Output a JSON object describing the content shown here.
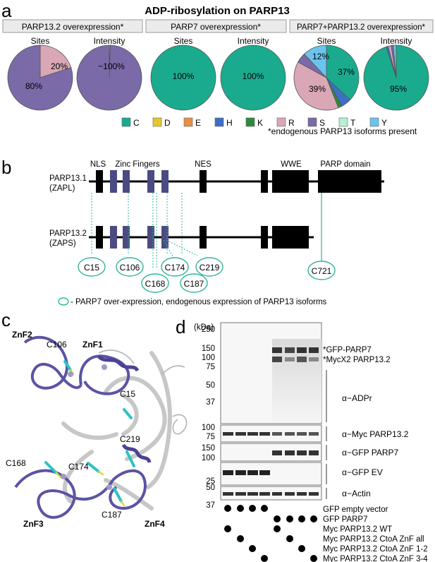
{
  "panel_a": {
    "letter": "a",
    "title": "ADP-ribosylation on PARP13",
    "groups": [
      {
        "header": "PARP13.2 overexpression*",
        "sub1": "Sites",
        "sub2": "Intensity",
        "pie1_labels": [
          "20%",
          "80%"
        ],
        "pie2_labels": [
          "~100%"
        ]
      },
      {
        "header": "PARP7 overexpression*",
        "sub1": "Sites",
        "sub2": "Intensity",
        "pie1_labels": [
          "100%"
        ],
        "pie2_labels": [
          "100%"
        ]
      },
      {
        "header": "PARP7+PARP13.2 overexpression*",
        "sub1": "Sites",
        "sub2": "Intensity",
        "pie1_labels": [
          "12%",
          "37%",
          "39%"
        ],
        "pie2_labels": [
          "95%"
        ]
      }
    ],
    "legend": [
      {
        "label": "C",
        "color": "#1aab8f"
      },
      {
        "label": "D",
        "color": "#e3c72e"
      },
      {
        "label": "E",
        "color": "#e98e45"
      },
      {
        "label": "H",
        "color": "#3e6fc6"
      },
      {
        "label": "K",
        "color": "#2d8a3a"
      },
      {
        "label": "R",
        "color": "#d9a7b6"
      },
      {
        "label": "S",
        "color": "#7b6aa8"
      },
      {
        "label": "T",
        "color": "#b7efd2"
      },
      {
        "label": "Y",
        "color": "#6cc3ec"
      }
    ],
    "footnote": "*endogenous PARP13 isoforms present"
  },
  "chart_data": [
    {
      "type": "pie",
      "title": "PARP13.2 overexpression* — Sites",
      "categories": [
        "R",
        "S"
      ],
      "values": [
        20,
        80
      ]
    },
    {
      "type": "pie",
      "title": "PARP13.2 overexpression* — Intensity",
      "categories": [
        "R",
        "S"
      ],
      "values": [
        0.5,
        99.5
      ]
    },
    {
      "type": "pie",
      "title": "PARP7 overexpression* — Sites",
      "categories": [
        "C"
      ],
      "values": [
        100
      ]
    },
    {
      "type": "pie",
      "title": "PARP7 overexpression* — Intensity",
      "categories": [
        "C"
      ],
      "values": [
        100
      ]
    },
    {
      "type": "pie",
      "title": "PARP7+PARP13.2 overexpression* — Sites",
      "categories": [
        "C",
        "H",
        "K",
        "R",
        "S",
        "Y"
      ],
      "values": [
        37,
        5,
        2,
        39,
        5,
        12
      ]
    },
    {
      "type": "pie",
      "title": "PARP7+PARP13.2 overexpression* — Intensity",
      "categories": [
        "C",
        "H",
        "R",
        "S",
        "Y"
      ],
      "values": [
        95,
        1,
        1.5,
        1,
        1.5
      ]
    }
  ],
  "panel_b": {
    "letter": "b",
    "domains": [
      "NLS",
      "Zinc Fingers",
      "NES",
      "WWE",
      "PARP domain"
    ],
    "isoform1": [
      "PARP13.1",
      "(ZAPL)"
    ],
    "isoform2": [
      "PARP13.2",
      "(ZAPS)"
    ],
    "sites": [
      "C15",
      "C106",
      "C168",
      "C174",
      "C187",
      "C219",
      "C721"
    ],
    "legend_text": "- PARP7 over-expression, endogenous expression of PARP13 isoforms"
  },
  "panel_c": {
    "letter": "c",
    "labels": [
      "ZnF2",
      "ZnF1",
      "C106",
      "C15",
      "C219",
      "C168",
      "C174",
      "C187",
      "ZnF3",
      "ZnF4"
    ]
  },
  "panel_d": {
    "letter": "d",
    "kda_label": "(kDa)",
    "markers_top": [
      "250",
      "150",
      "100",
      "75",
      "50",
      "37"
    ],
    "markers_myc": [
      "100",
      "75"
    ],
    "markers_gfp": [
      "150",
      "100"
    ],
    "markers_ev": [
      "25"
    ],
    "markers_actin": [
      "50",
      "37"
    ],
    "band_labels": [
      "*GFP-PARP7",
      "*MycX2 PARP13.2"
    ],
    "blot_labels": [
      "α−ADPr",
      "α−Myc PARP13.2",
      "α−GFP PARP7",
      "α−GFP EV",
      "α−Actin"
    ],
    "conditions": [
      "GFP empty vector",
      "GFP PARP7",
      "Myc PARP13.2 WT",
      "Myc PARP13.2 CtoA ZnF all",
      "Myc PARP13.2 CtoA ZnF 1-2",
      "Myc PARP13.2 CtoA ZnF 3-4"
    ]
  }
}
